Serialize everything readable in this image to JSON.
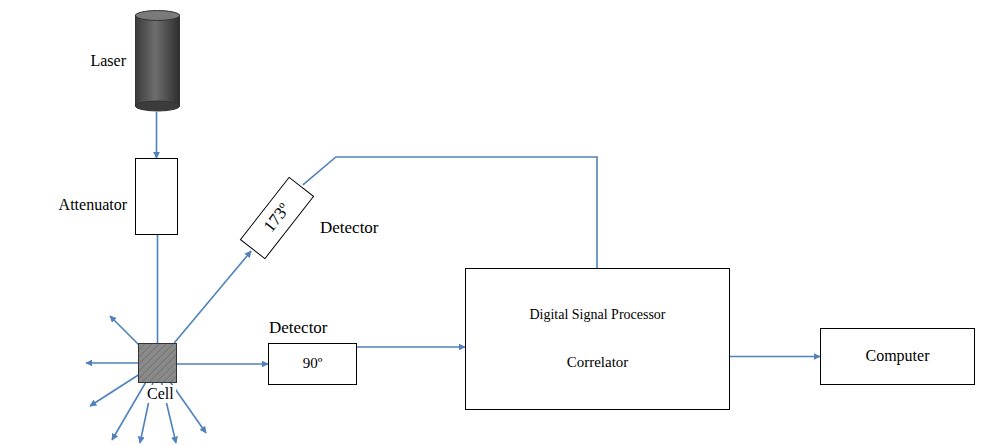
{
  "diagram": {
    "nodes": [
      {
        "text": [
          "Laser"
        ]
      },
      {
        "text": [
          "Attenuator"
        ]
      },
      {
        "text": [
          "Cell"
        ]
      },
      {
        "text": [
          "173º",
          "Detector"
        ]
      },
      {
        "text": [
          "Detector",
          "90º"
        ]
      },
      {
        "text": [
          "Digital Signal Processor",
          "Correlator"
        ]
      },
      {
        "text": [
          "Computer"
        ]
      }
    ],
    "edges": [
      {
        "from": 0,
        "to": 1,
        "arrow": "to"
      },
      {
        "from": 1,
        "to": 2,
        "arrow": "none"
      },
      {
        "from": 2,
        "to": 3,
        "arrow": "to"
      },
      {
        "from": 2,
        "to": 4,
        "arrow": "to"
      },
      {
        "from": 4,
        "to": 5,
        "arrow": "to"
      },
      {
        "from": 3,
        "to": 5,
        "arrow": "none"
      },
      {
        "from": 5,
        "to": 6,
        "arrow": "to"
      }
    ]
  }
}
